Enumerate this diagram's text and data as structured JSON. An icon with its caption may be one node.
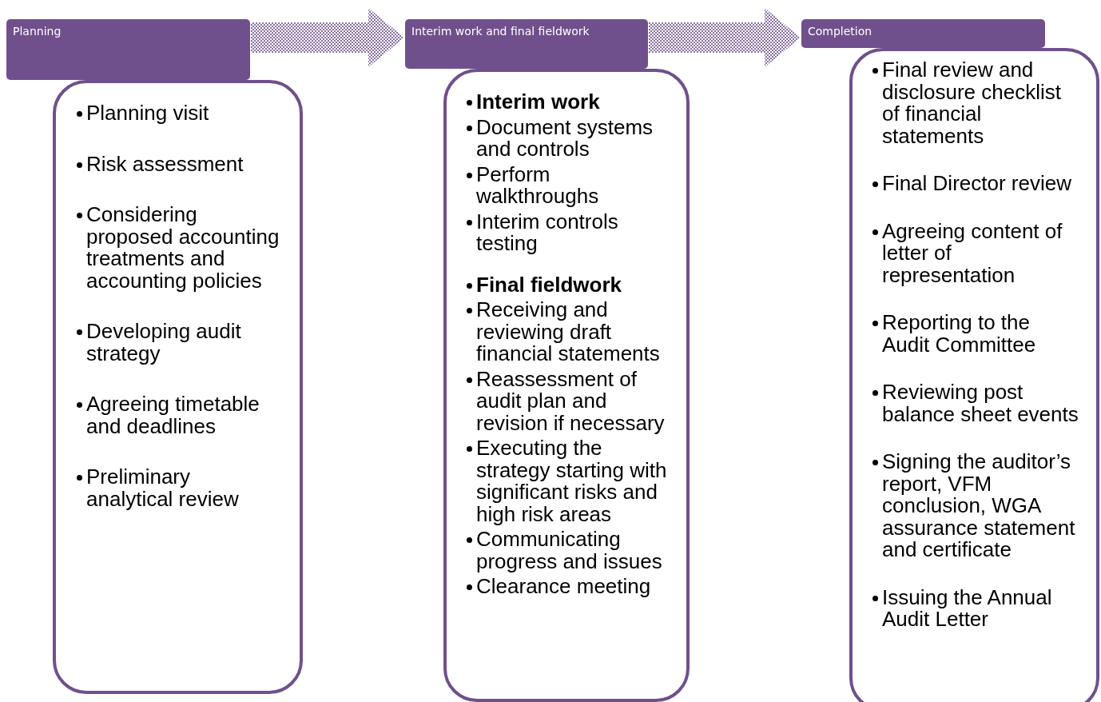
{
  "diagram": {
    "nodes": [
      {
        "text": [
          "Planning"
        ]
      },
      {
        "text": [
          "Planning visit",
          "Risk assessment",
          "Considering proposed accounting treatments and accounting policies",
          "Developing audit strategy",
          "Agreeing timetable and deadlines",
          "Preliminary analytical review"
        ]
      },
      {
        "text": [
          "Interim work and final fieldwork"
        ]
      },
      {
        "text": [
          "Interim work",
          "Document systems and controls",
          "Perform walkthroughs",
          "Interim controls testing",
          "Final fieldwork",
          "Receiving and reviewing draft financial statements",
          "Reassessment of audit plan and revision if necessary",
          "Executing the strategy starting with significant risks and high risk areas",
          "Communicating progress and issues",
          "Clearance meeting"
        ]
      },
      {
        "text": [
          "Completion"
        ]
      },
      {
        "text": [
          "Final review and disclosure checklist of financial statements",
          "Final Director review",
          "Agreeing content of letter of representation",
          "Reporting to the Audit Committee",
          "Reviewing post balance sheet events",
          "Signing the auditor’s report, VFM conclusion, WGA assurance statement and certificate",
          "Issuing the Annual Audit Letter"
        ]
      }
    ],
    "edges": [
      {
        "from": 0,
        "to": 2,
        "arrow": "to",
        "style": "thick"
      },
      {
        "from": 2,
        "to": 4,
        "arrow": "to",
        "style": "thick"
      }
    ]
  }
}
